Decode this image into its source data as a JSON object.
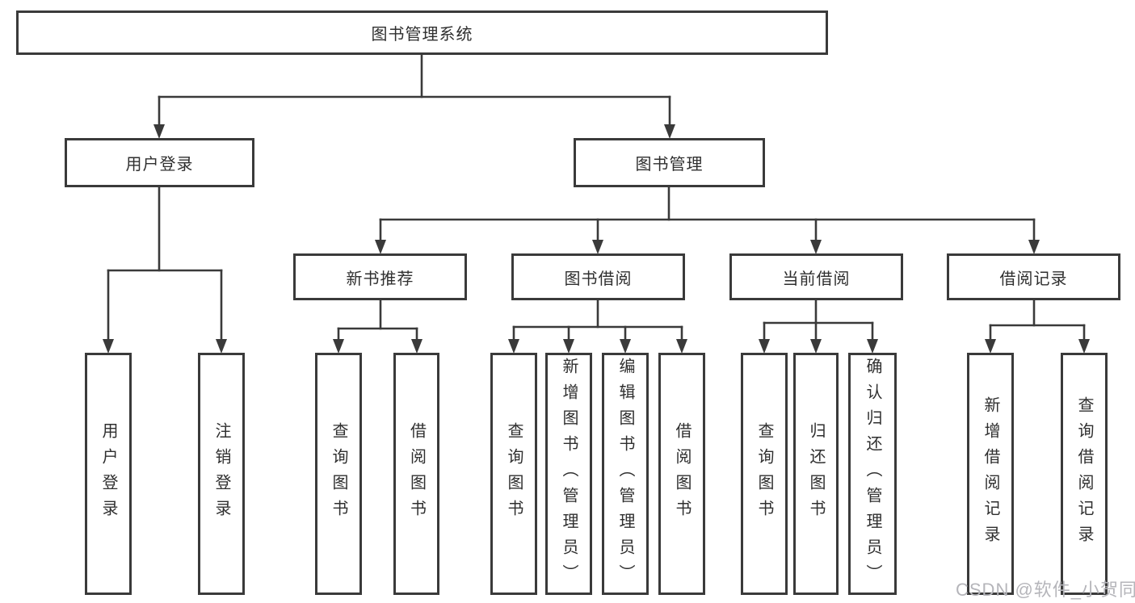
{
  "diagram": {
    "type": "hierarchy-tree",
    "root": {
      "label": "图书管理系统"
    },
    "level2": {
      "login_branch": {
        "label": "用户登录"
      },
      "mgmt_branch": {
        "label": "图书管理"
      }
    },
    "level3": {
      "recommend": {
        "label": "新书推荐"
      },
      "borrow": {
        "label": "图书借阅"
      },
      "current": {
        "label": "当前借阅"
      },
      "records": {
        "label": "借阅记录"
      }
    },
    "leaves": {
      "login": [
        "用户登录",
        "注销登录"
      ],
      "recommend": [
        "查询图书",
        "借阅图书"
      ],
      "borrow": [
        "查询图书",
        "新增图书（管理员）",
        "编辑图书（管理员）",
        "借阅图书"
      ],
      "current": [
        "查询图书",
        "归还图书",
        "确认归还（管理员）"
      ],
      "records": [
        "新增借阅记录",
        "查询借阅记录"
      ]
    }
  },
  "watermark": {
    "text": "CSDN @软件_小贺同学"
  },
  "colors": {
    "line": "#3a3a3a",
    "box_border": "#3a3a3a",
    "box_fill": "#ffffff",
    "text": "#2f2f2f",
    "watermark": "#b5b5ba",
    "background": "#ffffff"
  }
}
